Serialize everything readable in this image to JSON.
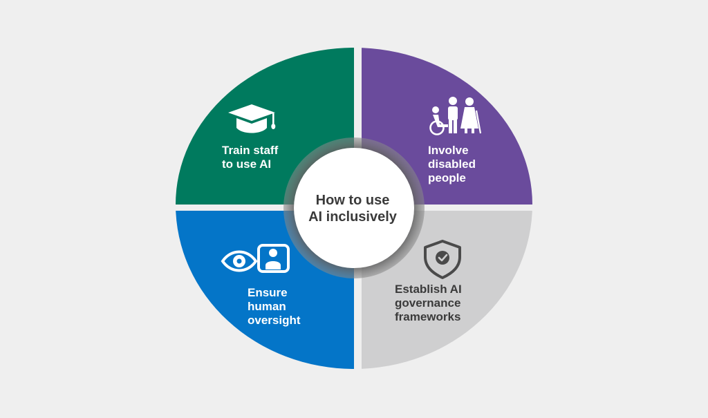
{
  "center": {
    "line1": "How to use",
    "line2": "AI inclusively"
  },
  "quadrants": [
    {
      "id": "train",
      "color": "#007a5e",
      "icon": "graduation-cap-icon",
      "lines": [
        "Train staff",
        "to use AI"
      ]
    },
    {
      "id": "involve",
      "color": "#6a4b9c",
      "icon": "disabled-people-icon",
      "lines": [
        "Involve",
        "disabled",
        "people"
      ]
    },
    {
      "id": "oversight",
      "color": "#0475c8",
      "icon": "eye-monitor-person-icon",
      "lines": [
        "Ensure",
        "human",
        "oversight"
      ]
    },
    {
      "id": "governance",
      "color": "#cfcfd0",
      "icon": "shield-check-icon",
      "lines": [
        "Establish AI",
        "governance",
        "frameworks"
      ]
    }
  ],
  "colors": {
    "background": "#efefef",
    "ring": "#6b6b6b",
    "center_fill": "#ffffff",
    "dark_text": "#3a3a3a"
  }
}
